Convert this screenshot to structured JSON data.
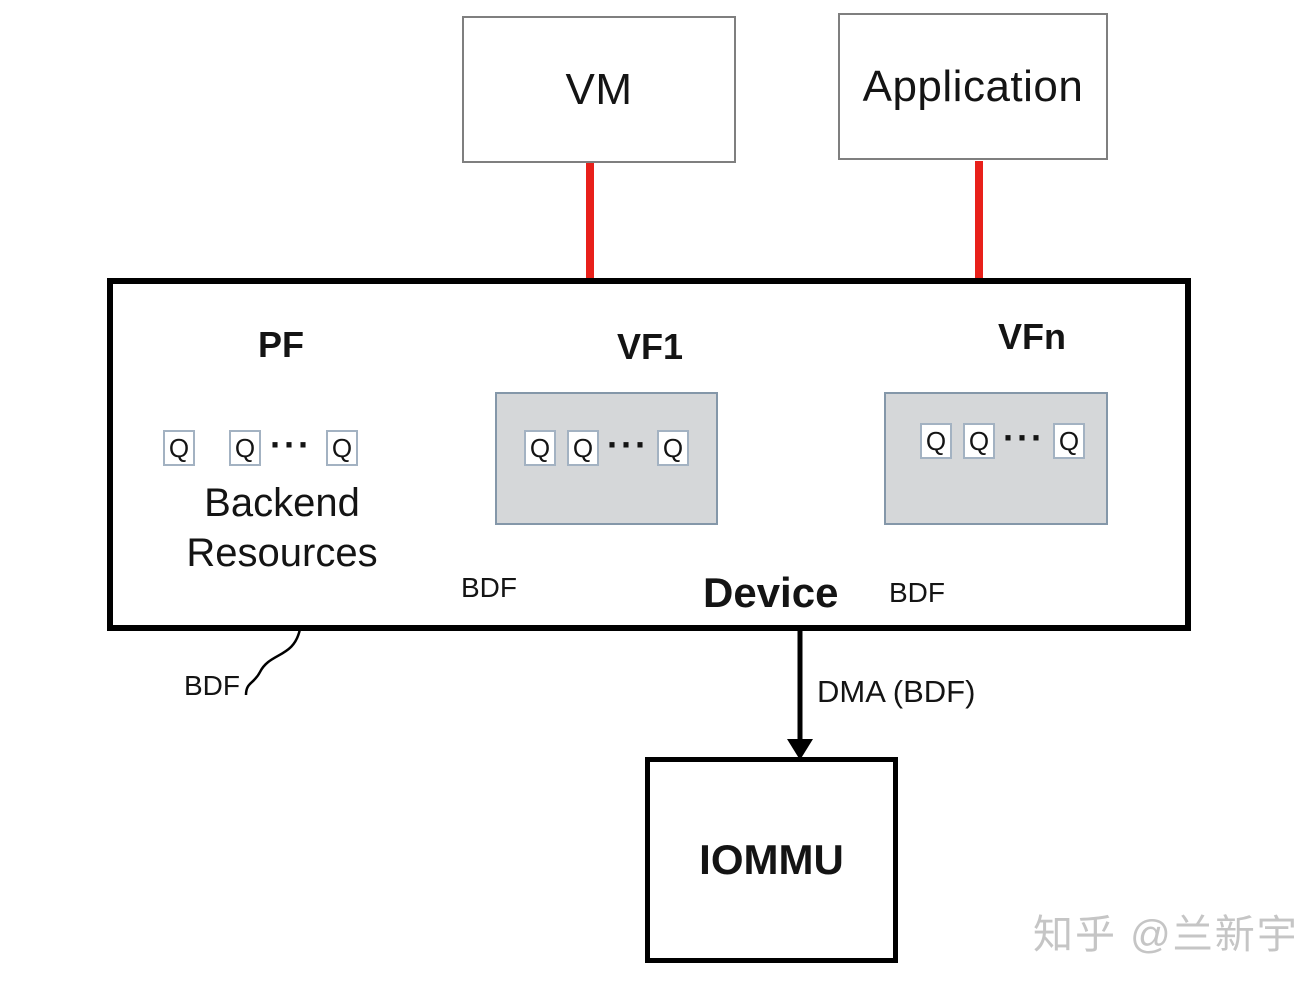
{
  "nodes": {
    "vm": {
      "label": "VM"
    },
    "application": {
      "label": "Application"
    },
    "device": {
      "label": "Device"
    },
    "pf": {
      "label": "PF",
      "sublabel_line1": "Backend",
      "sublabel_line2": "Resources"
    },
    "vf1": {
      "label": "VF1"
    },
    "vfn": {
      "label": "VFn"
    },
    "iommu": {
      "label": "IOMMU"
    }
  },
  "queues": {
    "box_label": "Q",
    "ellipsis": "···"
  },
  "annotations": {
    "bdf_vf1": "BDF",
    "bdf_vfn": "BDF",
    "bdf_device": "BDF",
    "dma": "DMA (BDF)"
  },
  "watermark": {
    "text": "知乎 @兰新宇"
  },
  "colors": {
    "arrow_red": "#e8201a",
    "vf_box_fill": "#d5d7d9",
    "vf_box_border": "#8497a9",
    "queue_box_border": "#a3b2c2",
    "watermark_gray": "#c5c5c5"
  }
}
